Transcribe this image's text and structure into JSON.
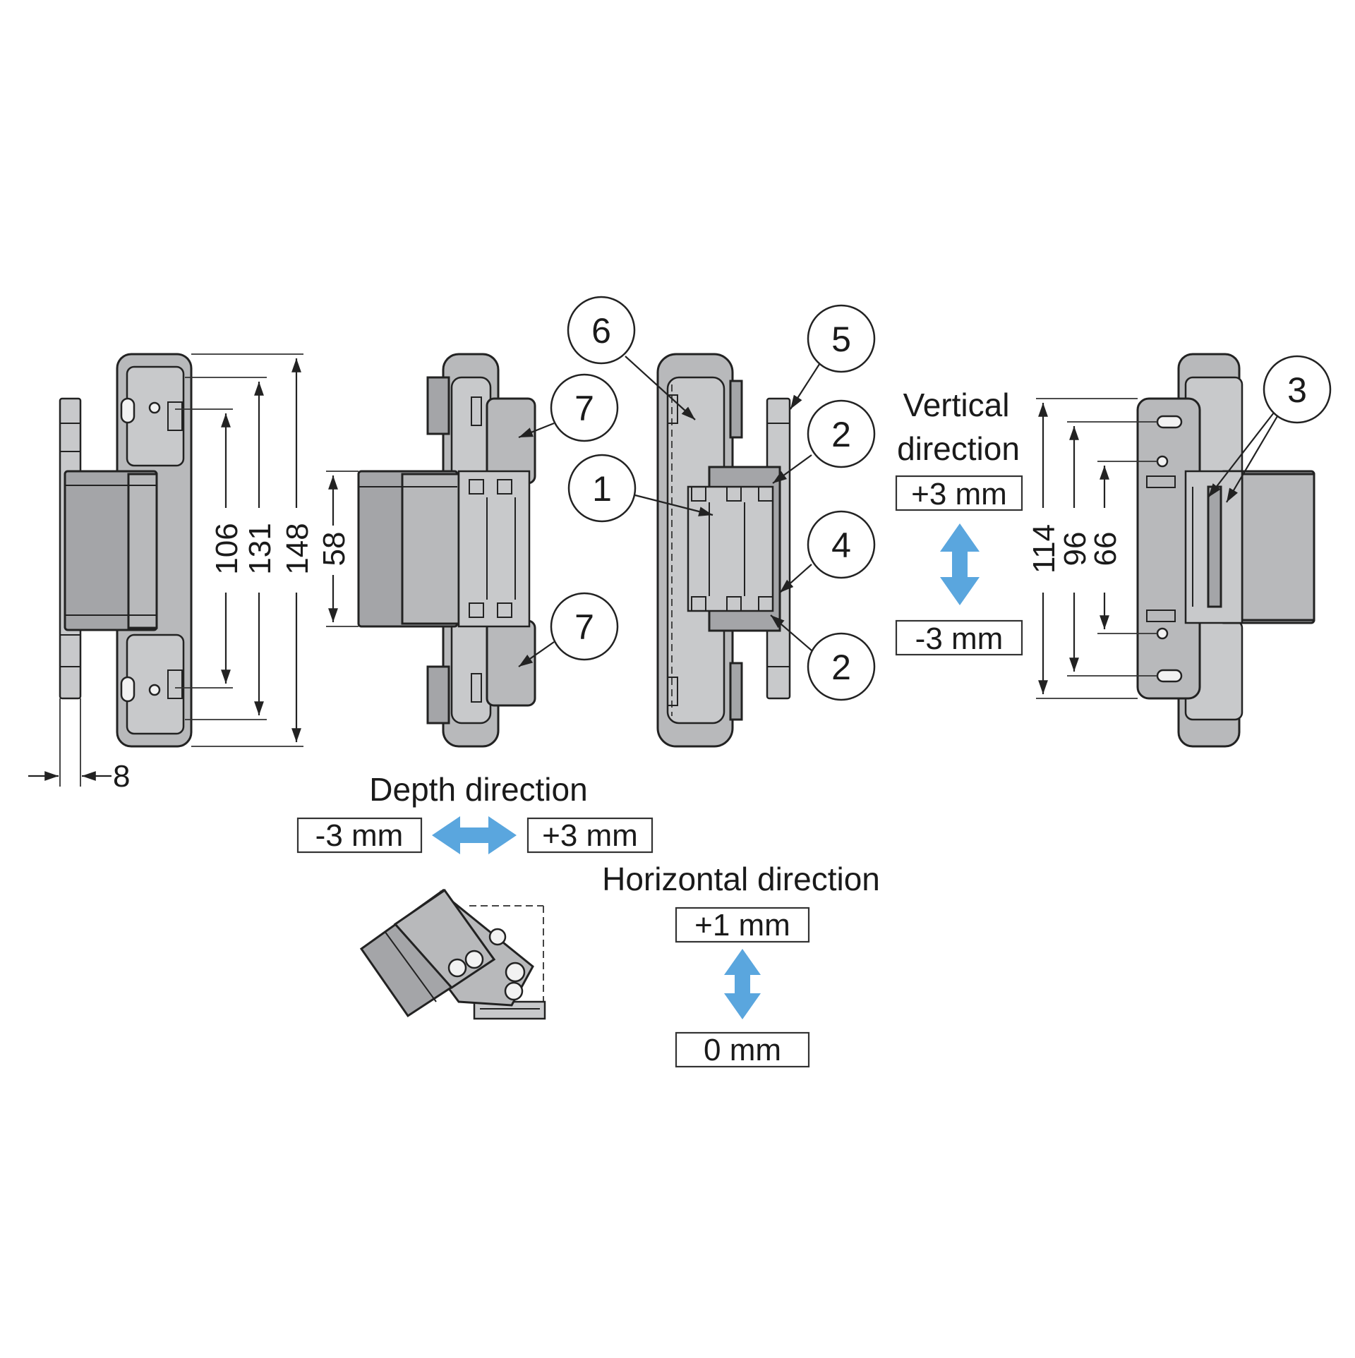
{
  "dimensions": {
    "height_148": "148",
    "height_131": "131",
    "height_106": "106",
    "width_8": "8",
    "height_58": "58",
    "height_114": "114",
    "height_96": "96",
    "height_66": "66"
  },
  "callouts": [
    "6",
    "5",
    "7",
    "2",
    "1",
    "4",
    "7",
    "2",
    "3"
  ],
  "vertical_adjustment": {
    "title_line1": "Vertical",
    "title_line2": "direction",
    "plus": "+3 mm",
    "minus": "-3 mm"
  },
  "depth_adjustment": {
    "title": "Depth direction",
    "minus": "-3 mm",
    "plus": "+3 mm"
  },
  "horizontal_adjustment": {
    "title": "Horizontal direction",
    "plus": "+1 mm",
    "zero": "0 mm"
  },
  "colors": {
    "arrow": "#5aa6de",
    "part_fill": "#b8b9bb",
    "line": "#222222"
  },
  "icons": [
    "double-arrow-vertical-icon",
    "double-arrow-horizontal-icon"
  ]
}
